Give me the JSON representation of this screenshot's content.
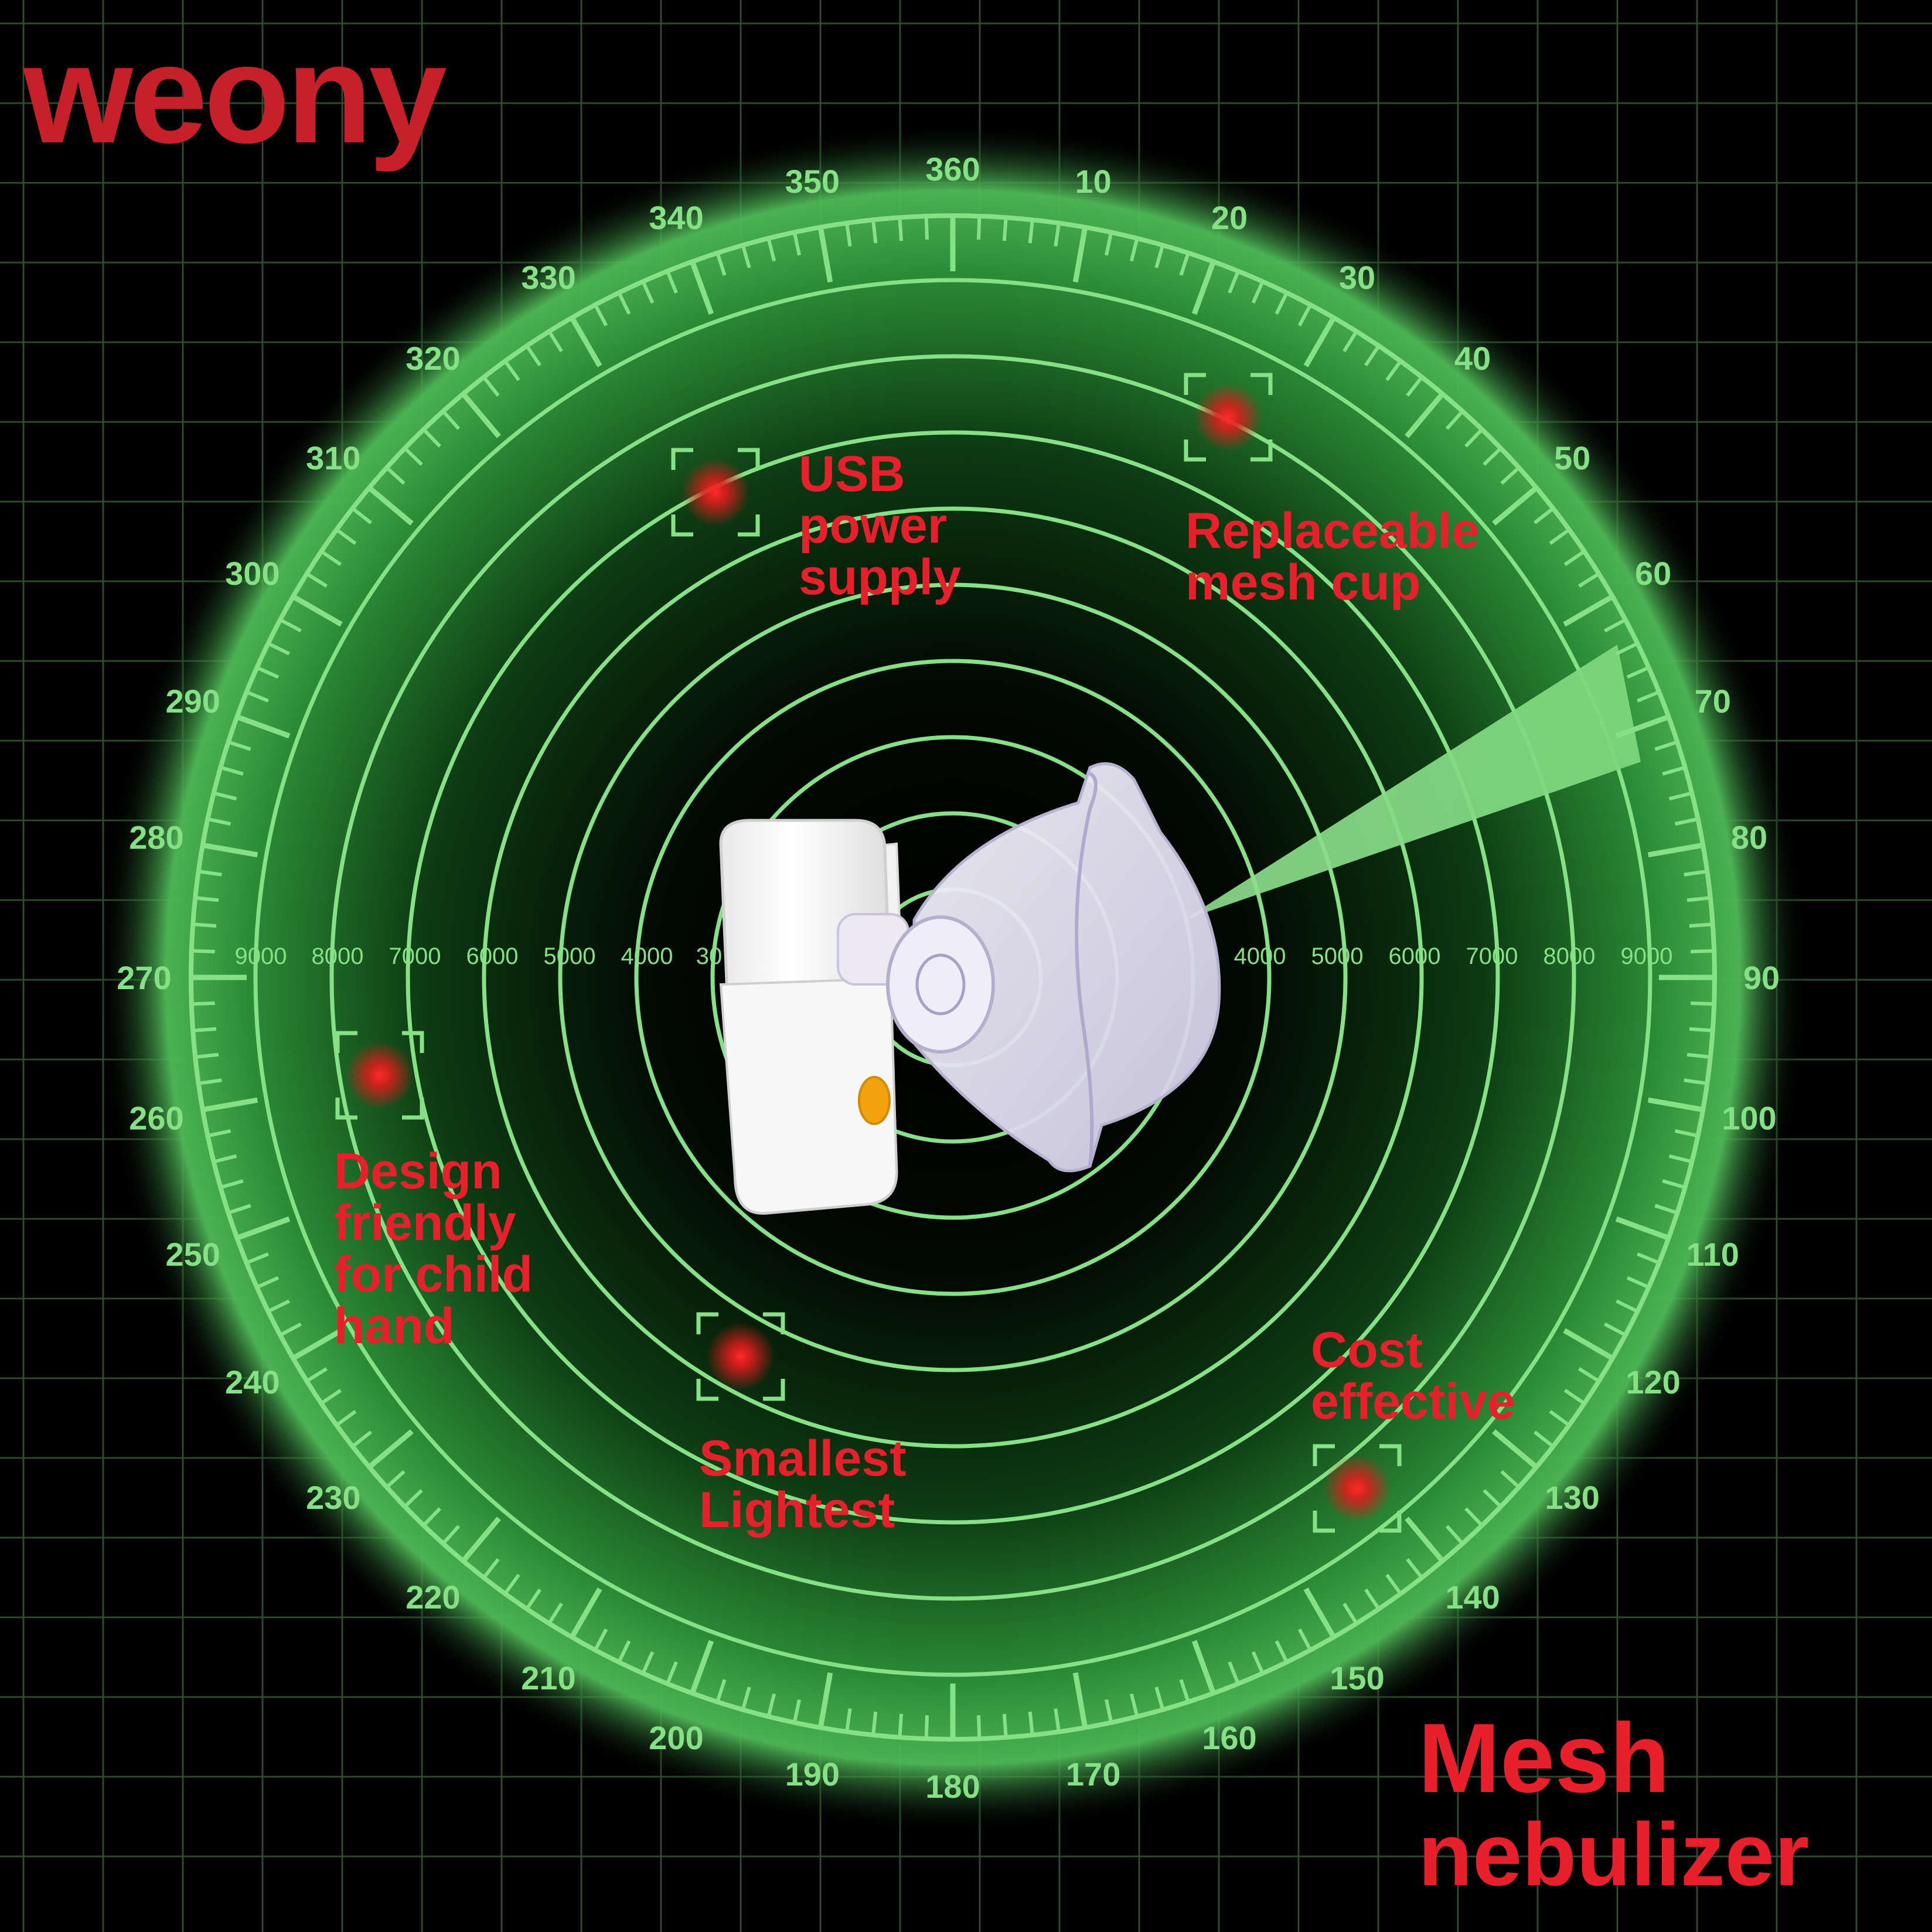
{
  "brand": "weony",
  "colors": {
    "background": "#000000",
    "grid": "#2c4a2c",
    "radar_green": "#86e186",
    "accent_red": "#e8202c",
    "brand_red": "#c8202b"
  },
  "compass": {
    "degree_labels": [
      "360",
      "10",
      "20",
      "30",
      "40",
      "50",
      "60",
      "70",
      "80",
      "90",
      "100",
      "110",
      "120",
      "130",
      "140",
      "150",
      "160",
      "170",
      "180",
      "190",
      "200",
      "210",
      "220",
      "230",
      "240",
      "250",
      "260",
      "270",
      "280",
      "290",
      "300",
      "310",
      "320",
      "330",
      "340",
      "350"
    ],
    "range_labels_left": [
      "9000",
      "8000",
      "7000",
      "6000",
      "5000",
      "4000",
      "30"
    ],
    "range_labels_right": [
      "4000",
      "5000",
      "6000",
      "7000",
      "8000",
      "9000"
    ]
  },
  "features": [
    {
      "id": "usb",
      "lines": [
        "USB",
        "power",
        "supply"
      ]
    },
    {
      "id": "mesh-cup",
      "lines": [
        "Replaceable",
        "mesh cup"
      ]
    },
    {
      "id": "child-hand",
      "lines": [
        "Design",
        "friendly",
        "for child",
        "hand"
      ]
    },
    {
      "id": "small",
      "lines": [
        "Smallest",
        "Lightest"
      ]
    },
    {
      "id": "cost",
      "lines": [
        "Cost",
        "effective"
      ]
    }
  ],
  "product_name": [
    "Mesh",
    "nebulizer"
  ],
  "device": {
    "icon": "nebulizer-device-icon",
    "button_color": "#f2a20c"
  }
}
